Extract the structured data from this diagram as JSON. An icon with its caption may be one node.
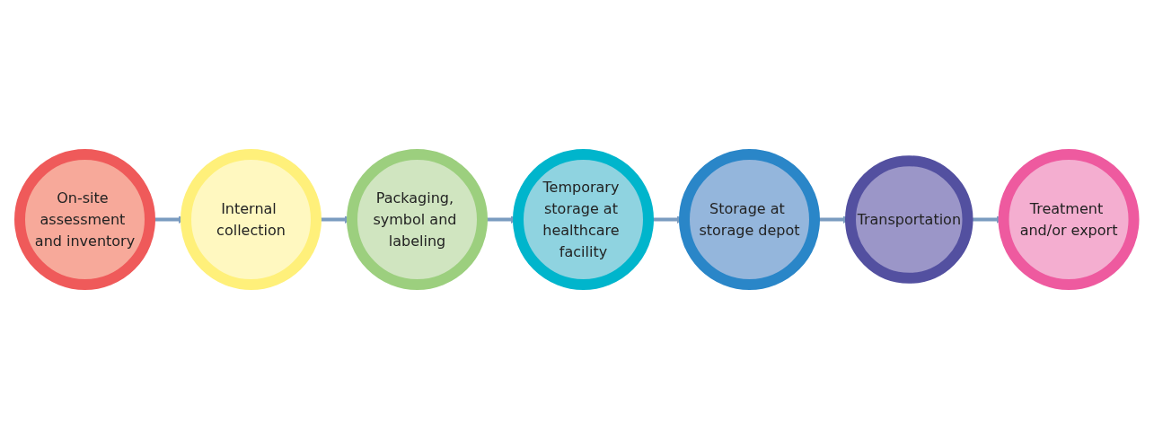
{
  "diagram": {
    "nodes": [
      {
        "text": [
          "On-site assessment and inventory"
        ]
      },
      {
        "text": [
          "Internal collection"
        ]
      },
      {
        "text": [
          "Packaging, symbol and labeling"
        ]
      },
      {
        "text": [
          "Temporary storage at healthcare facility"
        ]
      },
      {
        "text": [
          "Treatment and/or export"
        ]
      },
      {
        "text": [
          "Transportation"
        ]
      },
      {
        "text": [
          "Storage at storage depot"
        ]
      }
    ],
    "edges": [
      {
        "from": 0,
        "to": 1,
        "arrow": "to"
      },
      {
        "from": 1,
        "to": 2,
        "arrow": "to"
      },
      {
        "from": 2,
        "to": 3,
        "arrow": "to"
      },
      {
        "from": 3,
        "to": 6,
        "arrow": "to"
      },
      {
        "from": 6,
        "to": 5,
        "arrow": "to"
      },
      {
        "from": 5,
        "to": 4,
        "arrow": "to"
      }
    ]
  }
}
